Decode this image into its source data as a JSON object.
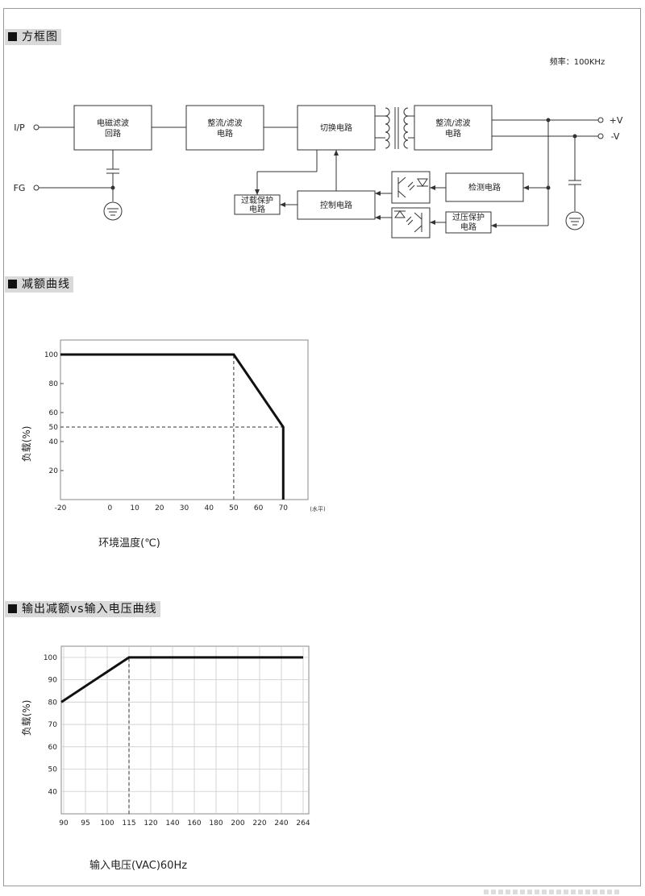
{
  "sections": {
    "block": {
      "title": "方框图"
    },
    "derating": {
      "title": "减额曲线"
    },
    "input": {
      "title": "输出减额vs输入电压曲线"
    }
  },
  "block_diagram": {
    "frequency": "频率：100KHz",
    "terminals": {
      "ip": "I/P",
      "fg": "FG",
      "vplus": "+V",
      "vminus": "-V"
    },
    "blocks": {
      "emi_1": "电磁滤波",
      "emi_2": "回路",
      "rect1_1": "整流/滤波",
      "rect1_2": "电路",
      "switch": "切换电路",
      "rect2_1": "整流/滤波",
      "rect2_2": "电路",
      "olp_1": "过载保护",
      "olp_2": "电路",
      "control": "控制电路",
      "detect": "检测电路",
      "ovp_1": "过压保护",
      "ovp_2": "电路"
    }
  },
  "chart_data": [
    {
      "type": "line",
      "xlabel": "环境温度(℃)",
      "ylabel": "负载(%)",
      "x_note": "(水平)",
      "x_ticks": [
        "-20",
        "0",
        "10",
        "20",
        "30",
        "40",
        "50",
        "60",
        "70"
      ],
      "y_ticks": [
        "100",
        "80",
        "60",
        "50",
        "40",
        "20"
      ],
      "xlim": [
        -20,
        80
      ],
      "ylim": [
        0,
        110
      ],
      "grid": false,
      "series": [
        {
          "x": [
            -20,
            50,
            70,
            70
          ],
          "y": [
            100,
            100,
            50,
            0
          ]
        }
      ],
      "guides": [
        {
          "x": [
            50,
            50
          ],
          "y": [
            0,
            100
          ]
        },
        {
          "x": [
            -20,
            70
          ],
          "y": [
            50,
            50
          ]
        }
      ]
    },
    {
      "type": "line",
      "xlabel": "输入电压(VAC)60Hz",
      "ylabel": "负载(%)",
      "x_ticks": [
        "90",
        "95",
        "100",
        "115",
        "120",
        "140",
        "160",
        "180",
        "200",
        "220",
        "240",
        "264"
      ],
      "y_ticks": [
        "100",
        "90",
        "80",
        "70",
        "60",
        "50",
        "40"
      ],
      "ylim": [
        30,
        105
      ],
      "grid": true,
      "series": [
        {
          "x": [
            "90",
            "115",
            "264"
          ],
          "y": [
            80,
            100,
            100
          ]
        }
      ],
      "guides": [
        {
          "x": [
            "115",
            "115"
          ],
          "y": [
            30,
            100
          ]
        }
      ]
    }
  ]
}
